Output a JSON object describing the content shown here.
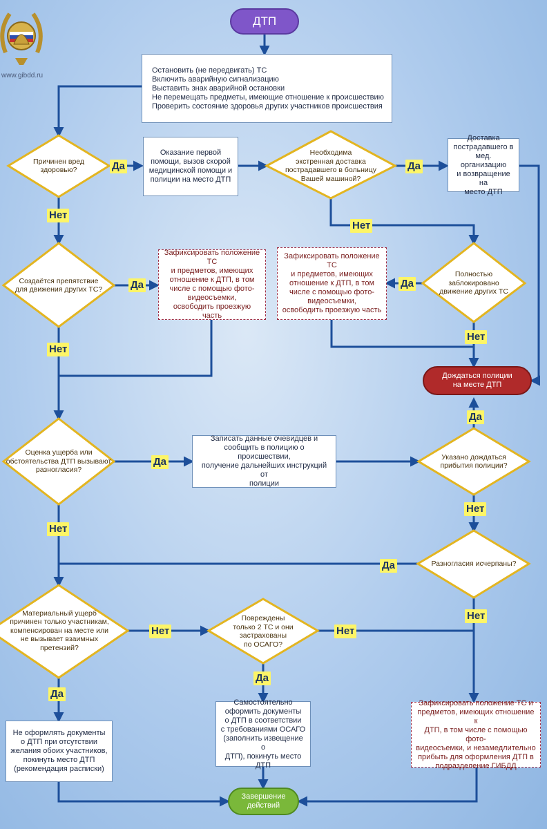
{
  "logo": {
    "url": "www.gibdd.ru"
  },
  "start": "ДТП",
  "first_actions": [
    "Остановить (не передвигать) ТС",
    "Включить аварийную сигнализацию",
    "Выставить знак аварийной остановки",
    "Не перемещать предметы, имеющие отношение к происшествию",
    "Проверить состояние здоровья других участников происшествия"
  ],
  "q_harm": "Причинен вред\nздоровью?",
  "first_aid": "Оказание первой\nпомощи, вызов скорой\nмедицинской помощи и\nполиции на место ДТП",
  "q_own_car": "Необходима\nэкстренная доставка\nпострадавшего в больницу\nВашей машиной?",
  "deliver": "Доставка\nпострадавшего в\nмед. организацию\nи возвращение на\nместо ДТП",
  "q_obstacle": "Создаётся препятствие\nдля движения других ТС?",
  "fix_left": "Зафиксировать положение ТС\nи предметов, имеющих\nотношение к ДТП, в том\nчисле с помощью фото-\nвидеосъемки,\nосвободить проезжую часть",
  "fix_mid": "Зафиксировать положение ТС\nи предметов, имеющих\nотношение к ДТП, в том\nчисле с помощью фото-\nвидеосъемки,\nосвободить проезжую часть",
  "q_blocked": "Полностью\nзаблокировано\nдвижение других ТС",
  "wait_police": "Дождаться полиции\nна месте ДТП",
  "q_disagree": "Оценка ущерба или\nобстоятельства ДТП вызывают\nразногласия?",
  "record": "Записать данные очевидцев и\nсообщить в полицию о происшествии,\nполучение дальнейших инструкций от\nполиции",
  "q_told_wait": "Указано дождаться\nприбытия полиции?",
  "q_resolved": "Разногласия исчерпаны?",
  "q_material": "Материальный ущерб\nпричинен только участникам,\nкомпенсирован на месте или\nне вызывает взаимных\nпретензий?",
  "q_two_cars": "Повреждены\nтолько 2 ТС и они\nзастрахованы\nпо ОСАГО?",
  "no_docs": "Не оформлять документы\nо ДТП при отсутствии\nжелания обоих участников,\nпокинуть место ДТП\n(рекомендация расписки)",
  "self_docs": "Самостоятельно\nоформить документы\nо ДТП в соответствии\nс требованиями ОСАГО\n(заполнить извещение о\nДТП), покинуть место ДТП",
  "fix_gibdd": "Зафиксировать положение ТС и\nпредметов, имеющих отношение к\nДТП, в том числе с помощью фото-\nвидеосъемки, и незамедлительно\nприбыть для оформления   ДТП в\nподразделение ГИБДД",
  "finish": "Завершение\nдействий",
  "yes": "Да",
  "no": "Нет",
  "colors": {
    "line": "#1d4f9a",
    "start": "#7f56c9",
    "wait": "#b02a2a",
    "finish": "#7ab83a",
    "diamond_border": "#e3b521",
    "tag": "#fdf567"
  }
}
